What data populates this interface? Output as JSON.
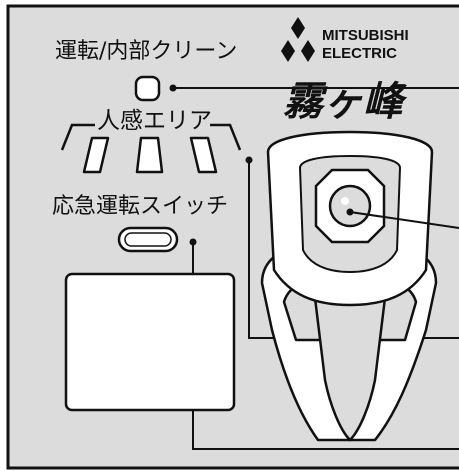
{
  "labels": {
    "operation_clean": "運転/内部クリーン",
    "sensor_area": "人感エリア",
    "emergency_switch": "応急運転スイッチ"
  },
  "brand": {
    "line1": "MITSUBISHI",
    "line2": "ELECTRIC",
    "product_mark": "霧ヶ峰"
  },
  "colors": {
    "panel": "#dcdcdc",
    "outline": "#111111",
    "white": "#ffffff"
  },
  "icons": {
    "logo": "three-diamonds-logo",
    "indicator": "rounded-square-lamp",
    "sensor": "sensor-window",
    "switch": "capsule-button",
    "receiver": "remote-receiver-window"
  }
}
